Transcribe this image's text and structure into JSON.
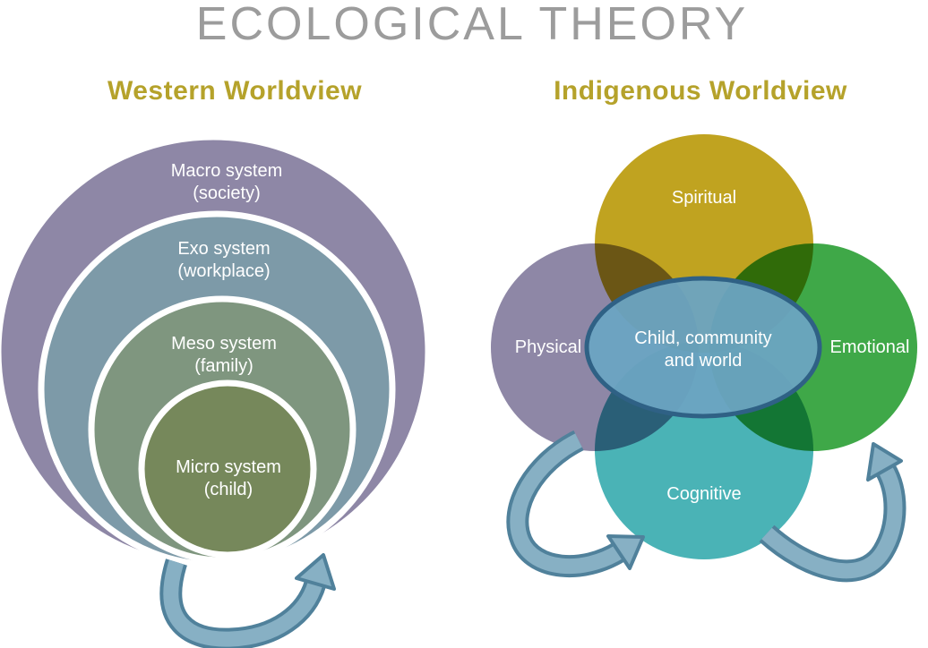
{
  "title": "ECOLOGICAL THEORY",
  "colors": {
    "title": "#9c9c9c",
    "heading": "#b5a22b",
    "arrow_body": "#87b0c4",
    "arrow_outline": "#50819b"
  },
  "western": {
    "heading": "Western Worldview",
    "rings": [
      {
        "label_line1": "Macro system",
        "label_line2": "(society)",
        "color": "#8e87a6"
      },
      {
        "label_line1": "Exo system",
        "label_line2": "(workplace)",
        "color": "#7d9aa8"
      },
      {
        "label_line1": "Meso system",
        "label_line2": "(family)",
        "color": "#7f967f"
      },
      {
        "label_line1": "Micro system",
        "label_line2": "(child)",
        "color": "#76885b"
      }
    ]
  },
  "indigenous": {
    "heading": "Indigenous Worldview",
    "petals": [
      {
        "label": "Spiritual",
        "color": "#c0a320"
      },
      {
        "label": "Physical",
        "color": "#8e87a6"
      },
      {
        "label": "Emotional",
        "color": "#3fa848"
      },
      {
        "label": "Cognitive",
        "color": "#4ab3b6"
      }
    ],
    "center": {
      "label_line1": "Child, community",
      "label_line2": "and world",
      "fill": "#6ba4c2",
      "border": "#2f6185"
    }
  }
}
